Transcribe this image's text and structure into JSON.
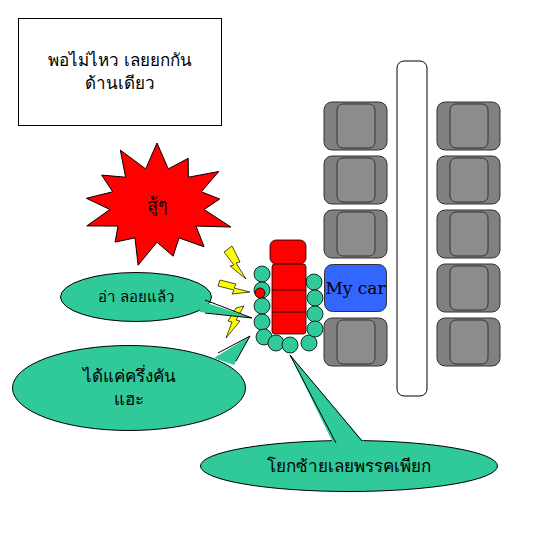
{
  "diagram": {
    "nodes": [
      {
        "text": [
          "พอไม่ไหว เลยยกกันด้านเดียว"
        ]
      },
      {
        "text": [
          "สู้ๆ"
        ]
      },
      {
        "text": [
          "อ่า ลอยแล้ว"
        ]
      },
      {
        "text": [
          "My car"
        ]
      },
      {
        "text": [
          "ได้แค่ครึ่งคัน แฮะ"
        ]
      },
      {
        "text": [
          "โยกซ้ายเลยพรรคเพียก"
        ]
      }
    ]
  }
}
